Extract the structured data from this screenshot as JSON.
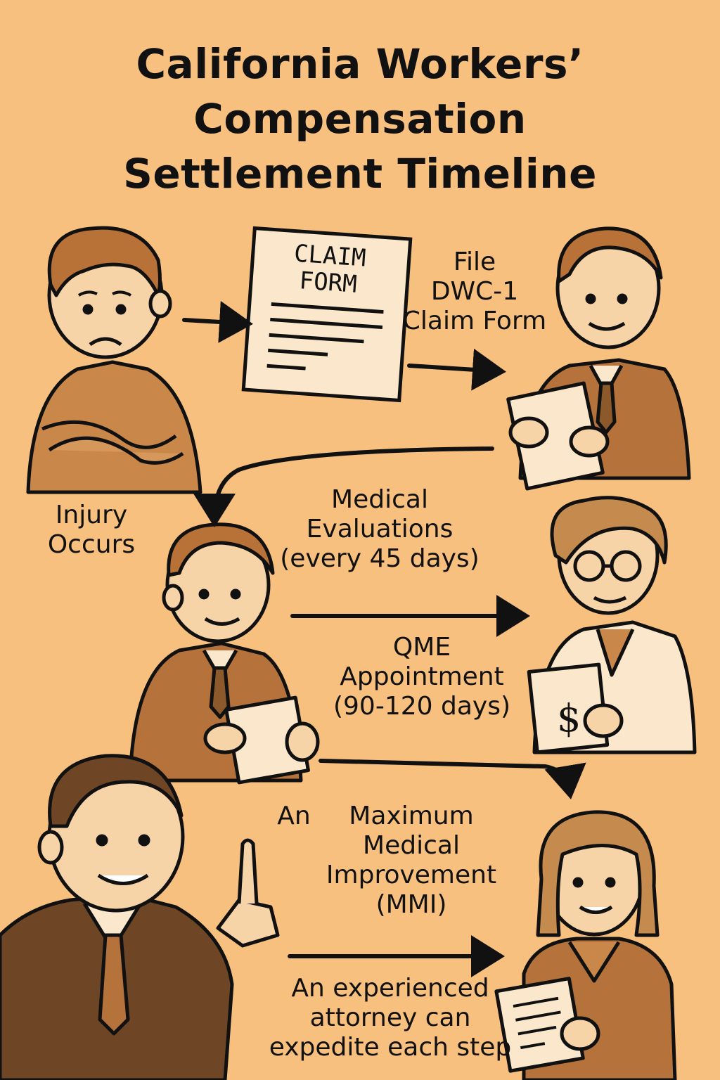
{
  "title": {
    "line1": "California Workers’",
    "line2": "Compensation",
    "line3": "Settlement Timeline"
  },
  "claim_form": {
    "line1": "CLAIM",
    "line2": "FORM"
  },
  "steps": {
    "injury": {
      "line1": "Injury",
      "line2": "Occurs"
    },
    "file_claim": {
      "line1": "File",
      "line2": "DWC-1",
      "line3": "Claim Form"
    },
    "medical_eval": {
      "line1": "Medical",
      "line2": "Evaluations",
      "line3": "(every 45 days)"
    },
    "qme": {
      "line1": "QME",
      "line2": "Appointment",
      "line3": "(90-120 days)"
    },
    "mmi_prefix": "An",
    "mmi": {
      "line1": "Maximum",
      "line2": "Medical",
      "line3": "Improvement",
      "line4": "(MMI)"
    },
    "attorney_note": {
      "line1": "An experienced",
      "line2": "attorney can",
      "line3": "expedite each step"
    }
  },
  "invoice_symbol": "$",
  "colors": {
    "background": "#F8C07E",
    "ink": "#111111",
    "skin": "#F7D3A8",
    "hair": "#B87238",
    "suit": "#B5723A",
    "paper": "#FBE7CB"
  },
  "icons": [
    "arrow-right-icon",
    "curved-arrow-icon",
    "claim-form-icon",
    "dollar-invoice-icon"
  ]
}
